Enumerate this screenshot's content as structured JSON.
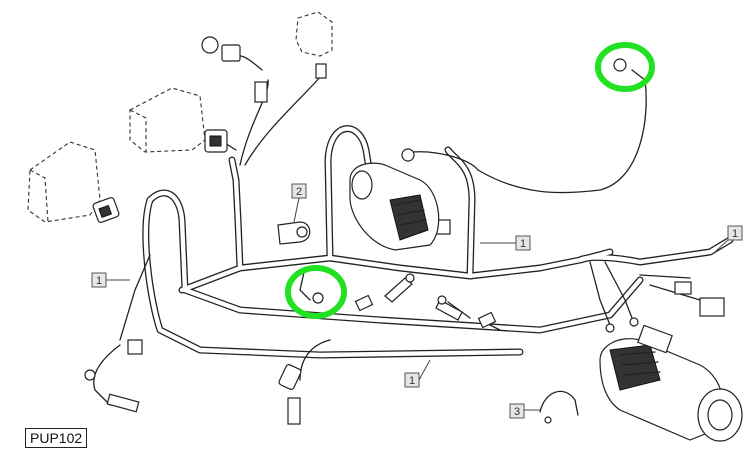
{
  "reference_label": "PUP102",
  "callouts": [
    {
      "id": "c1a",
      "text": "1"
    },
    {
      "id": "c1b",
      "text": "1"
    },
    {
      "id": "c1c",
      "text": "1"
    },
    {
      "id": "c1d",
      "text": "1"
    },
    {
      "id": "c2",
      "text": "2"
    },
    {
      "id": "c3",
      "text": "3"
    }
  ],
  "highlights": {
    "color": "#22e022",
    "count": 2
  }
}
